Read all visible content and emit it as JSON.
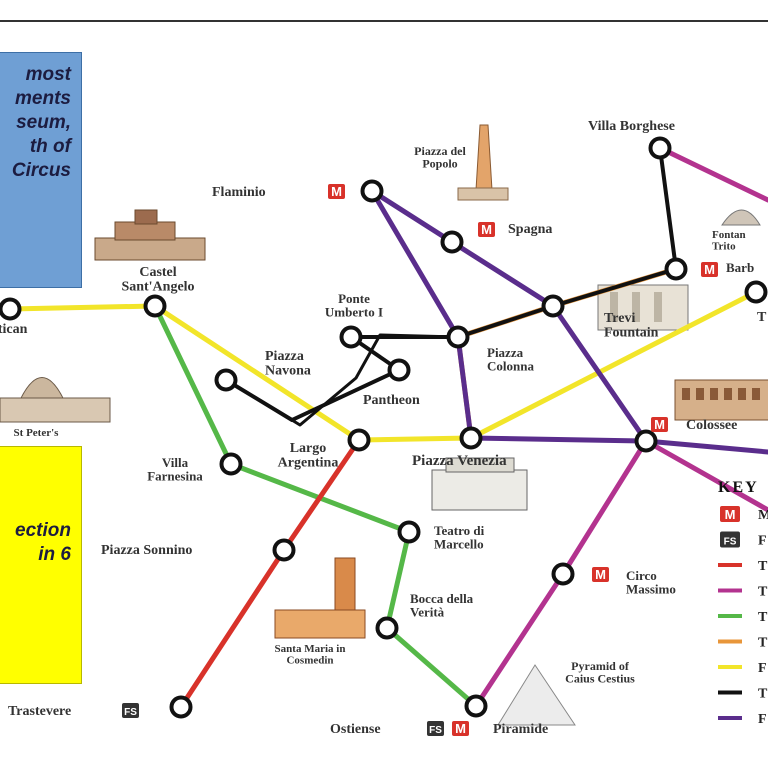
{
  "panels": {
    "blue_text": "most\nments\nseum,\nth of\nCircus",
    "yellow_text": "ection\nin 6"
  },
  "stations": [
    {
      "id": "vatican",
      "name": "Vatican"
    },
    {
      "id": "castel",
      "name": "Castel\nSant'Angelo"
    },
    {
      "id": "flaminio",
      "name": "Flaminio"
    },
    {
      "id": "popolo",
      "name": "Piazza del\nPopolo"
    },
    {
      "id": "spagna",
      "name": "Spagna"
    },
    {
      "id": "borghese",
      "name": "Villa Borghese"
    },
    {
      "id": "barberini",
      "name": "Barb"
    },
    {
      "id": "ponte",
      "name": "Ponte\nUmberto I"
    },
    {
      "id": "navona",
      "name": "Piazza\nNavona"
    },
    {
      "id": "pantheon",
      "name": "Pantheon"
    },
    {
      "id": "colonna",
      "name": "Piazza\nColonna"
    },
    {
      "id": "trevi",
      "name": "Trevi\nFountain"
    },
    {
      "id": "largo",
      "name": "Largo\nArgentina"
    },
    {
      "id": "venezia",
      "name": "Piazza Venezia"
    },
    {
      "id": "colosseo",
      "name": "Colossee"
    },
    {
      "id": "farnesina",
      "name": "Villa\nFarnesina"
    },
    {
      "id": "sonnino",
      "name": "Piazza Sonnino"
    },
    {
      "id": "marcello",
      "name": "Teatro di\nMarcello"
    },
    {
      "id": "circo",
      "name": "Circo\nMassimo"
    },
    {
      "id": "bocca",
      "name": "Bocca della\nVerità"
    },
    {
      "id": "cosmedin",
      "name": "Santa Maria in\nCosmedin"
    },
    {
      "id": "pyramid",
      "name": "Pyramid of\nCaius Cestius"
    },
    {
      "id": "trastevere",
      "name": "Trastevere"
    },
    {
      "id": "ostiense",
      "name": "Ostiense"
    },
    {
      "id": "piramide",
      "name": "Piramide"
    },
    {
      "id": "stpeters",
      "name": "St Peter's"
    },
    {
      "id": "fontana",
      "name": "Fontan\nTrito"
    },
    {
      "id": "tright",
      "name": "T"
    }
  ],
  "badges": {
    "metro": "M",
    "rail": "FS"
  },
  "key": {
    "title": "KEY",
    "rows": [
      {
        "symbol": "M",
        "label": "M",
        "color": "#d8322a"
      },
      {
        "symbol": "FS",
        "label": "F",
        "color": "#333333"
      },
      {
        "symbol": "line",
        "label": "T",
        "color": "#d8322a"
      },
      {
        "symbol": "line",
        "label": "T",
        "color": "#b3338f"
      },
      {
        "symbol": "line",
        "label": "T",
        "color": "#55b848"
      },
      {
        "symbol": "line",
        "label": "T",
        "color": "#e8963a"
      },
      {
        "symbol": "line",
        "label": "F",
        "color": "#f2e52a"
      },
      {
        "symbol": "line",
        "label": "T",
        "color": "#111111"
      },
      {
        "symbol": "line",
        "label": "F",
        "color": "#5a2d8c"
      }
    ]
  },
  "colors": {
    "red": "#d8322a",
    "magenta": "#b3338f",
    "green": "#55b848",
    "orange": "#e8963a",
    "yellow": "#f2e52a",
    "black": "#111111",
    "purple": "#5a2d8c",
    "panel_blue": "#6f9fd4",
    "panel_yellow": "#ffff00"
  }
}
